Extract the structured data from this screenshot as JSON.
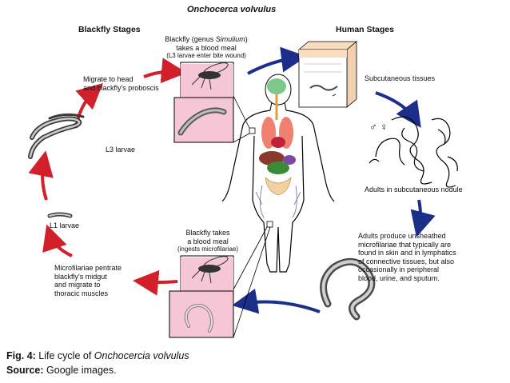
{
  "title": "Onchocerca volvulus",
  "blackfly_stages_header": "Blackfly Stages",
  "human_stages_header": "Human Stages",
  "top_meal": {
    "line1_pre": "Blackfly (genus ",
    "line1_italic": "Simulium",
    "line1_post": ")",
    "line2": "takes a blood meal",
    "note": "(L3 larvae enter bite wound)"
  },
  "bottom_meal": {
    "line1": "Blackfly takes",
    "line2": "a blood meal",
    "note": "(ingests microfilariae)"
  },
  "migrate_head": {
    "line1": "Migrate to head",
    "line2": "and blackfly's proboscis"
  },
  "l3_larvae": "L3 larvae",
  "l1_larvae": "L1 larvae",
  "microfilariae_penetrate": {
    "line1": "Microfilariae pentrate",
    "line2": "blackfly's midgut",
    "line3": "and migrate to",
    "line4": "thoracic muscles"
  },
  "subcutaneous": "Subcutaneous tissues",
  "sex_symbols": "♂ ♀",
  "adults_nodule": "Adults in subcutaneous nodule",
  "adults_produce": {
    "line1": "Adults produce unsheathed",
    "line2": "microfilariae that typically are",
    "line3": "found in skin and in lymphatics",
    "line4": "of connective tissues,  but also",
    "line5": "occasionally in peripheral",
    "line6": "blood, urine, and sputum."
  },
  "caption": {
    "fig_label": "Fig. 4:",
    "fig_text": " Life cycle of ",
    "fig_italic": "Onchocercia volvulus",
    "source_label": "Source:",
    "source_text": " Google images."
  },
  "colors": {
    "red_arrow": "#d1202a",
    "blue_arrow": "#1b2f8a",
    "pink_panel": "#f4c6d6",
    "skin": "#f7dcc0"
  }
}
